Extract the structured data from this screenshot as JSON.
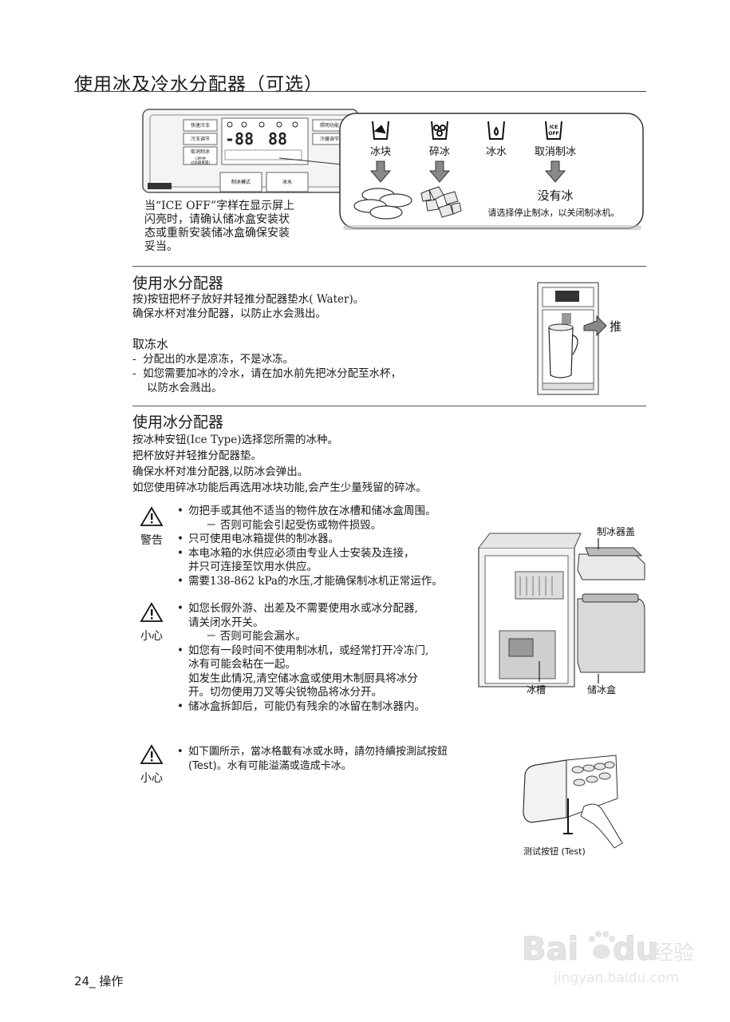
{
  "title": "使用冰及冷水分配器（可选）",
  "panel": {
    "left_buttons": [
      "快速冷冻",
      "冷冻调节",
      "取消制冰"
    ],
    "left_subtext": "(3秒钟\n过滤器重置)",
    "right_buttons": [
      "照明功能",
      "冷藏调节"
    ],
    "display_left": "-88",
    "display_right": "88",
    "bottom_buttons": [
      "制冰模式",
      "冰水"
    ],
    "icon_labels": [
      "冰块",
      "碎冰",
      "冰水",
      "取消制冰"
    ],
    "icon_off_text": "ICE\nOFF",
    "no_ice": "没有冰",
    "no_ice_note": "请选择停止制冰，以关闭制冰机。"
  },
  "ice_off_note": [
    "当“ICE OFF”字样在显示屏上",
    "闪亮时，请确认储冰盒安装状",
    "态或重新安装储冰盒确保安装",
    "妥当。"
  ],
  "water": {
    "heading": "使用水分配器",
    "lines": [
      "按)按钮把杯子放好并轻推分配器垫水( Water)。",
      "确保水杯对准分配器，以防止水会溅出。"
    ],
    "push_label": "推",
    "sub_heading": "取冻水",
    "dash_items": [
      "分配出的水是凉冻，不是冰冻。",
      "如您需要加冰的冷水，请在加水前先把冰分配至水杯，",
      "以防水会溅出。"
    ]
  },
  "ice": {
    "heading": "使用冰分配器",
    "lines": [
      "按冰种安钮(Ice Type)选择您所需的冰种。",
      "把杯放好并轻推分配器垫。",
      "确保水杯对准分配器,以防冰会弹出。",
      "如您使用碎冰功能后再选用冰块功能,会产生少量残留的碎冰。"
    ]
  },
  "warning": {
    "label": "警告",
    "items": [
      {
        "text": "勿把手或其他不适当的物件放在冰槽和储冰盒周围。",
        "sub": "－ 否则可能会引起受伤或物件损毁。"
      },
      {
        "text": "只可使用电冰箱提供的制冰器。",
        "sub": ""
      },
      {
        "text": "本电冰箱的水供应必须由专业人士安装及连接，",
        "sub": "并只可连接至饮用水供应。"
      },
      {
        "text": "需要138-862 kPa的水压,才能确保制冰机正常运作。",
        "sub": ""
      }
    ]
  },
  "caution1": {
    "label": "小心",
    "items": [
      {
        "lines": [
          "如您长假外游、出差及不需要使用水或冰分配器,",
          "请关闭水开关。"
        ],
        "sub": "－ 否则可能会漏水。"
      },
      {
        "lines": [
          "如您有一段时间不使用制冰机，或经常打开冷冻门,",
          "冰有可能会粘在一起。",
          "如发生此情况,清空储冰盒或使用木制厨具将冰分",
          "开。切勿使用刀叉等尖锐物品将冰分开。"
        ],
        "sub": ""
      },
      {
        "lines": [
          "储冰盒拆卸后，可能仍有残余的冰留在制冰器内。"
        ],
        "sub": ""
      }
    ]
  },
  "caution2": {
    "label": "小心",
    "lines": [
      "如下圖所示，當冰格載有冰或水時，請勿持續按測試按鈕",
      "(Test)。水有可能溢滿或造成卡冰。"
    ]
  },
  "figure_labels": {
    "ice_maker_cover": "制冰器盖",
    "ice_chute": "冰槽",
    "ice_bucket": "储冰盒",
    "test_button": "测试按钮 (Test)"
  },
  "footer": "24_ 操作",
  "watermark": {
    "brand": "Bai",
    "brand2": "du",
    "jingyan": "经验",
    "url": "jingyan.baidu.com"
  }
}
